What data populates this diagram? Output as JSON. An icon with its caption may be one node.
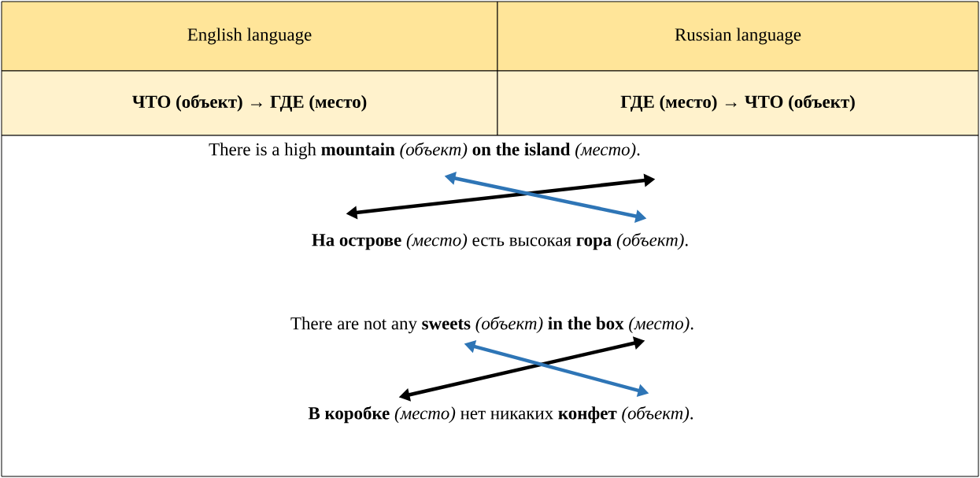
{
  "diagram": {
    "nodes": [
      {
        "text": [
          "English language"
        ]
      },
      {
        "text": [
          "Russian language"
        ]
      },
      {
        "text": [
          "ЧТО (объект) → ГДЕ (место)"
        ]
      },
      {
        "text": [
          "ГДЕ (место) → ЧТО (объект)"
        ]
      },
      {
        "text": [],
        "shape": "box"
      },
      {
        "text": [
          "There is a high **mountain** *(объект)* **on the island** *(место)*."
        ],
        "in": 4
      },
      {
        "text": [
          "**На острове** *(место)* есть высокая **гора** *(объект)*."
        ],
        "in": 4
      },
      {
        "text": [
          "There are not any **sweets** *(объект)* **in the box** *(место)*."
        ],
        "in": 4
      },
      {
        "text": [
          "**В коробке** *(место)* нет никаких **конфет** *(объект)*."
        ],
        "in": 4
      }
    ],
    "edges": [
      {
        "from": 5,
        "to": 6,
        "arrow": "both"
      },
      {
        "from": 5,
        "to": 6,
        "arrow": "both",
        "color": "#2e75b6"
      },
      {
        "from": 7,
        "to": 8,
        "arrow": "both"
      },
      {
        "from": 7,
        "to": 8,
        "arrow": "both",
        "color": "#2e75b6"
      }
    ]
  }
}
